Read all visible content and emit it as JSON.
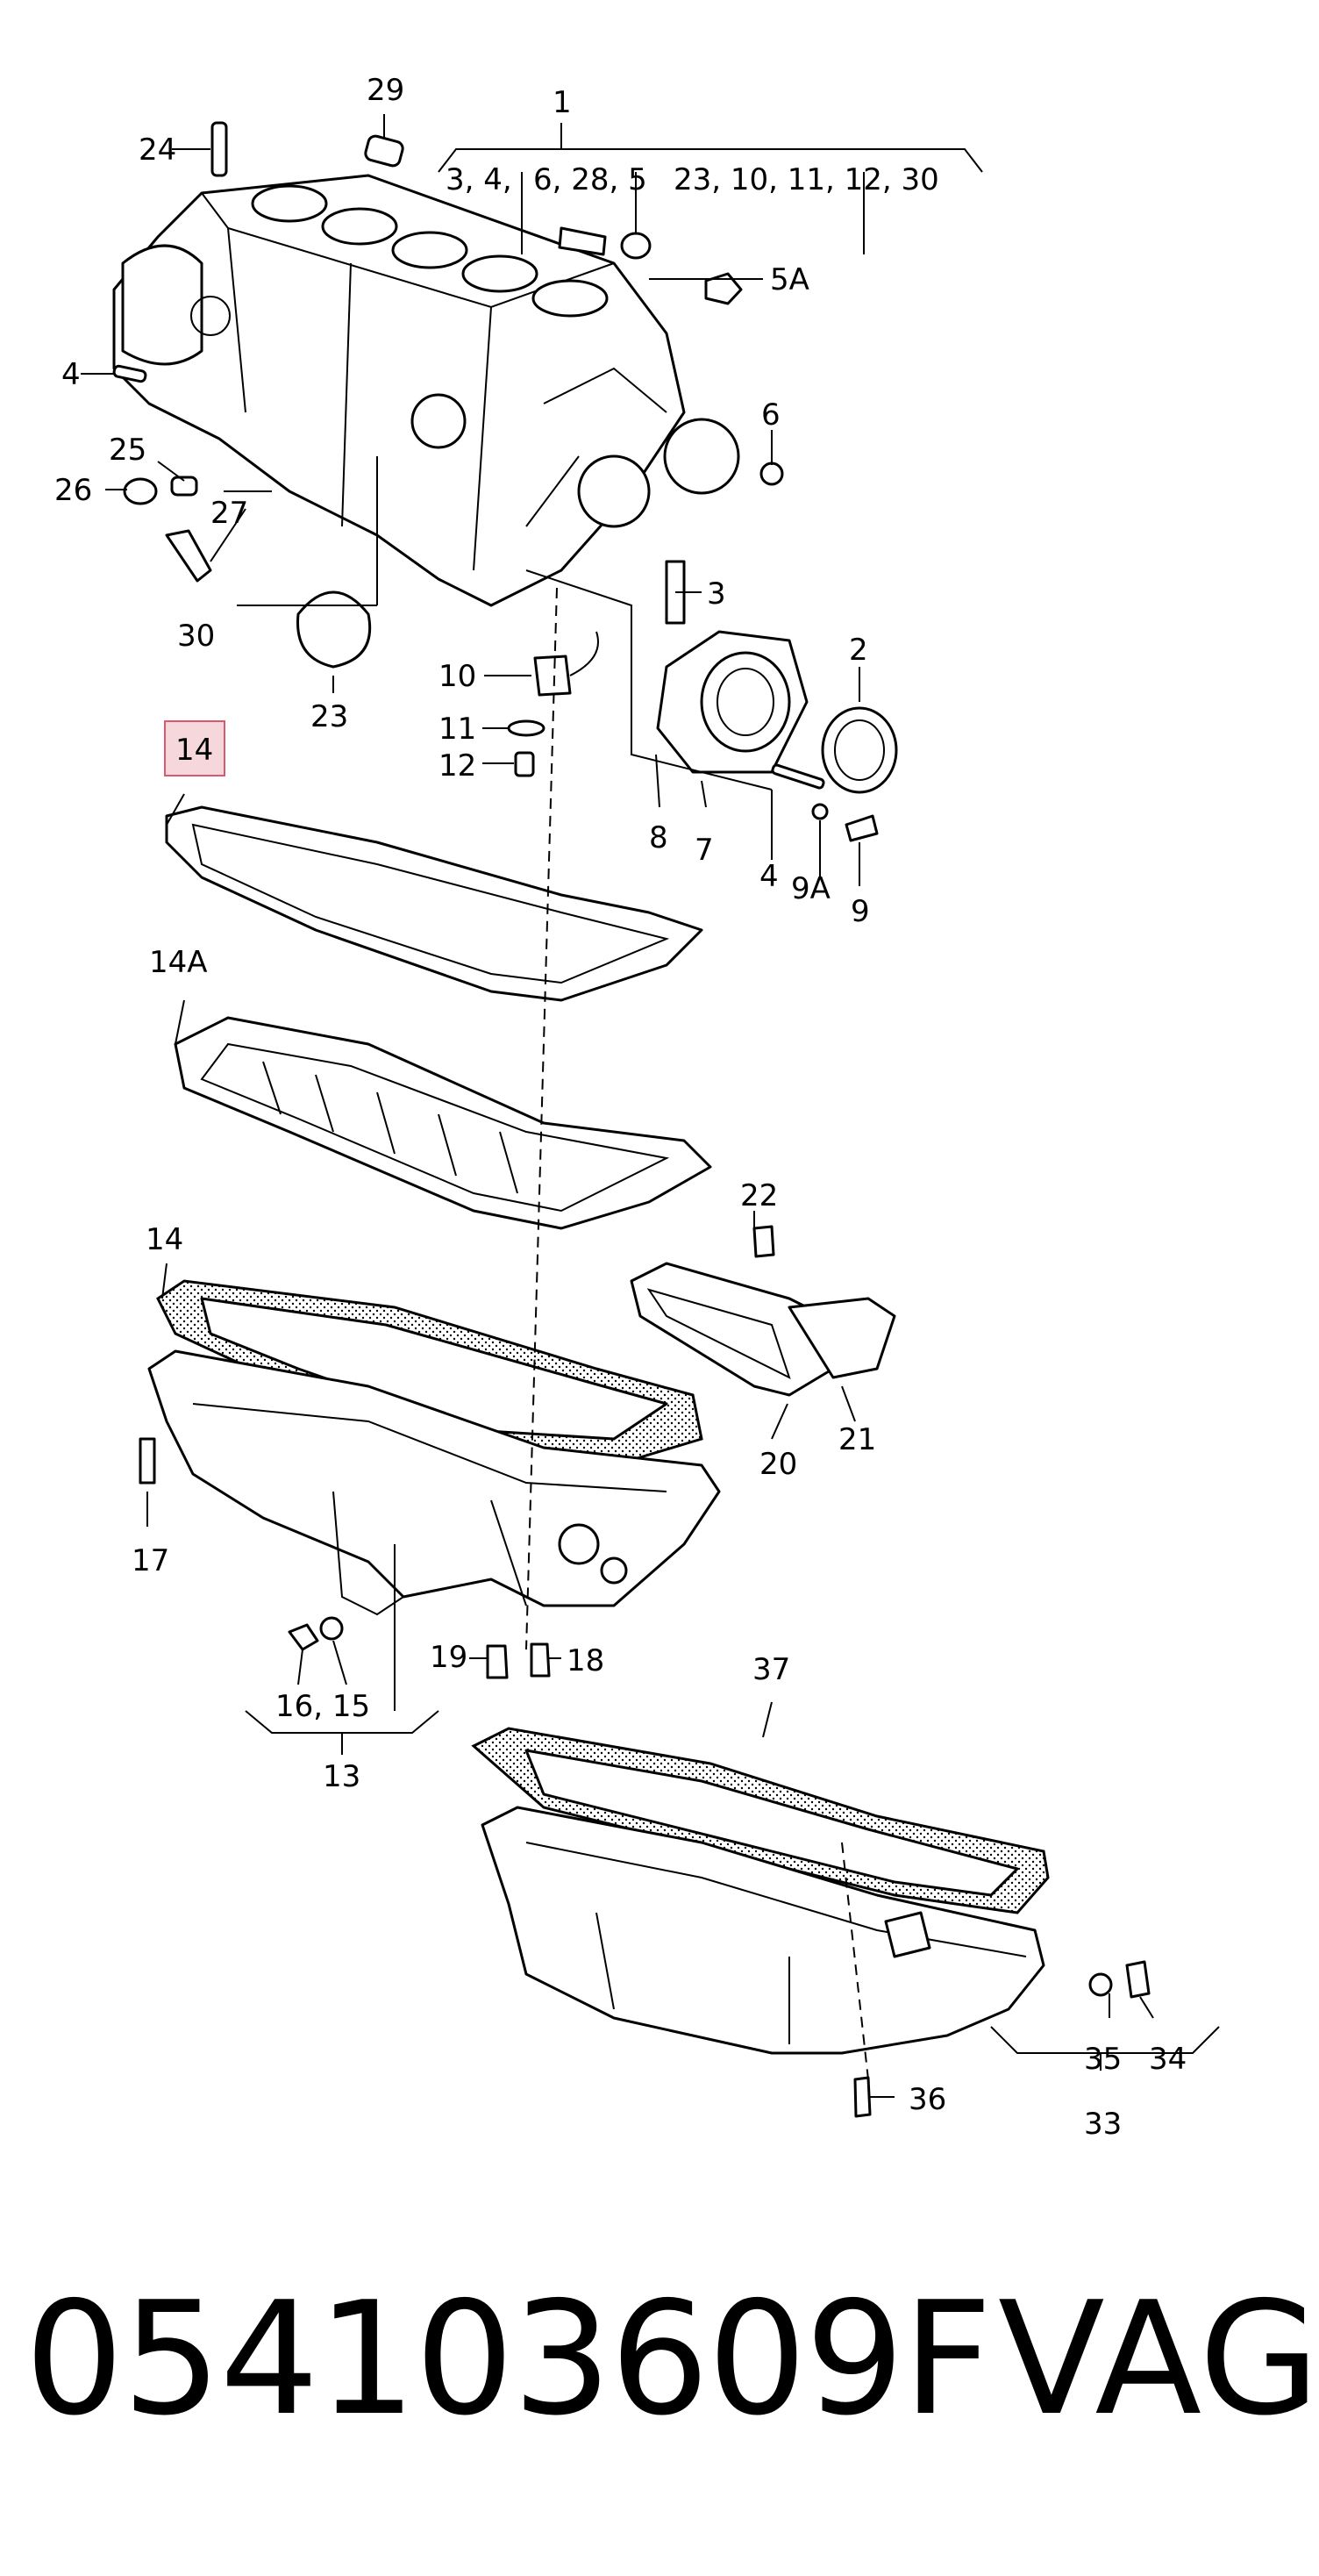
{
  "diagram": {
    "labels": {
      "l1": "1",
      "l1_sub_a": "3, 4,",
      "l1_sub_b": "6, 28, 5",
      "l1_sub_c": "23, 10, 11, 12, 30",
      "l2": "2",
      "l3": "3",
      "l4_top": "4",
      "l4_bottom": "4",
      "l5a": "5A",
      "l6": "6",
      "l7": "7",
      "l8": "8",
      "l9": "9",
      "l9a": "9A",
      "l10": "10",
      "l11": "11",
      "l12": "12",
      "l13": "13",
      "l14_highlight": "14",
      "l14a": "14A",
      "l14": "14",
      "l16_15": "16, 15",
      "l17": "17",
      "l18": "18",
      "l19": "19",
      "l20": "20",
      "l21": "21",
      "l22": "22",
      "l23": "23",
      "l24": "24",
      "l25": "25",
      "l26": "26",
      "l27": "27",
      "l29": "29",
      "l30": "30",
      "l33": "33",
      "l34": "34",
      "l35": "35",
      "l36": "36",
      "l37": "37"
    },
    "highlight_color": "#d85a6c",
    "highlight_fill": "#f6d7dc"
  },
  "footer": {
    "part_number": "054103609F",
    "brand": "VAG"
  }
}
